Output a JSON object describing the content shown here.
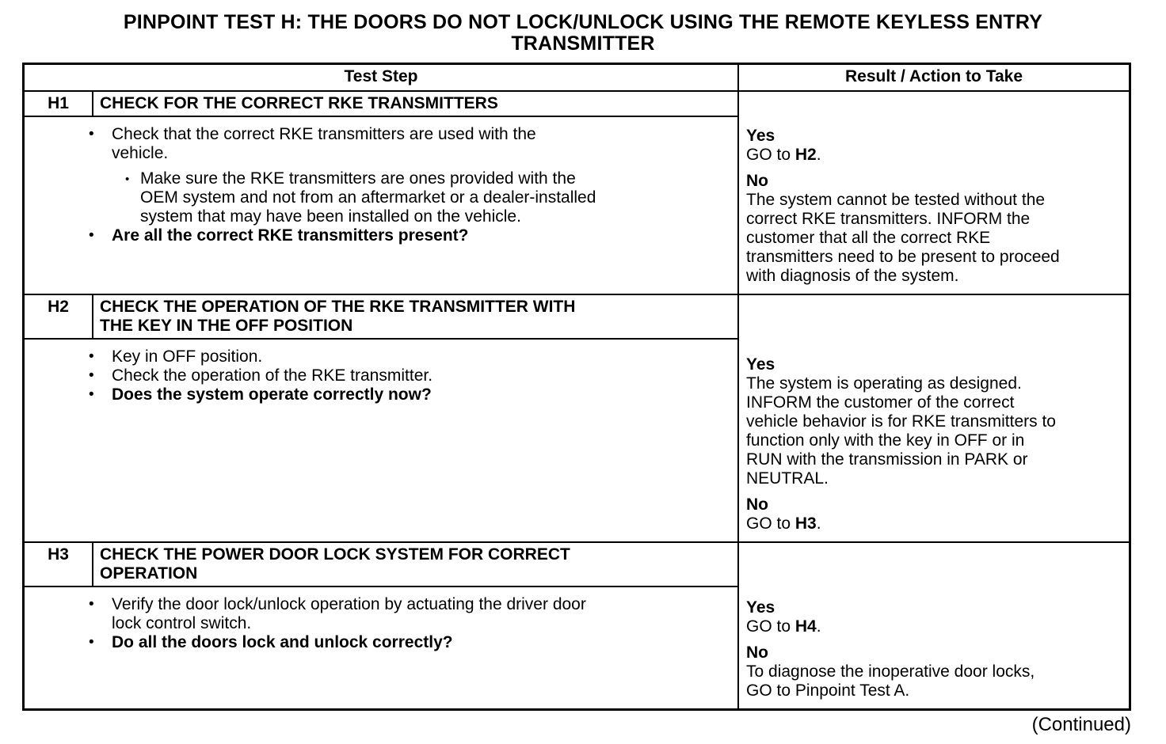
{
  "glyphs": {
    "bullet": "•"
  },
  "page": {
    "title": "PINPOINT TEST  H: THE DOORS DO NOT LOCK/UNLOCK USING THE REMOTE KEYLESS ENTRY\nTRANSMITTER",
    "continued": "(Continued)"
  },
  "table": {
    "headers": {
      "test_step": "Test Step",
      "result": "Result / Action to Take"
    },
    "steps": [
      {
        "id": "H1",
        "title": "CHECK FOR THE CORRECT RKE TRANSMITTERS",
        "bullets": [
          {
            "style": "main",
            "bold": false,
            "text": "Check that the correct RKE transmitters are used with the\nvehicle."
          },
          {
            "style": "sub",
            "bold": false,
            "text": "Make sure the RKE transmitters are ones provided with the\nOEM system and not from an aftermarket or a dealer-installed\nsystem that may have been installed on the vehicle."
          },
          {
            "style": "main",
            "bold": true,
            "text": "Are all the correct RKE transmitters present?"
          }
        ],
        "results": [
          {
            "label": "Yes",
            "body": [
              {
                "t": "GO to ",
                "b": false
              },
              {
                "t": "H2",
                "b": true
              },
              {
                "t": ".",
                "b": false
              }
            ]
          },
          {
            "label": "No",
            "body": [
              {
                "t": "The system cannot be tested without the\ncorrect RKE transmitters. INFORM the\ncustomer that all the correct RKE\ntransmitters need to be present to proceed\nwith diagnosis of the system.",
                "b": false
              }
            ]
          }
        ]
      },
      {
        "id": "H2",
        "title": "CHECK THE OPERATION OF THE RKE TRANSMITTER WITH\nTHE KEY IN THE OFF POSITION",
        "bullets": [
          {
            "style": "main",
            "bold": false,
            "text": "Key in OFF position."
          },
          {
            "style": "main",
            "bold": false,
            "text": "Check the operation of the RKE transmitter."
          },
          {
            "style": "main",
            "bold": true,
            "text": "Does the system operate correctly now?"
          }
        ],
        "results": [
          {
            "label": "Yes",
            "body": [
              {
                "t": "The system is operating as designed.\nINFORM the customer of the correct\nvehicle behavior is for RKE transmitters to\nfunction only with the key in OFF or in\nRUN with the transmission in PARK or\nNEUTRAL.",
                "b": false
              }
            ]
          },
          {
            "label": "No",
            "body": [
              {
                "t": "GO to ",
                "b": false
              },
              {
                "t": "H3",
                "b": true
              },
              {
                "t": ".",
                "b": false
              }
            ]
          }
        ]
      },
      {
        "id": "H3",
        "title": "CHECK THE POWER DOOR LOCK SYSTEM FOR CORRECT\nOPERATION",
        "bullets": [
          {
            "style": "main",
            "bold": false,
            "text": "Verify the door lock/unlock operation by actuating the driver door\nlock control switch."
          },
          {
            "style": "main",
            "bold": true,
            "text": "Do all the doors lock and unlock correctly?"
          }
        ],
        "results": [
          {
            "label": "Yes",
            "body": [
              {
                "t": "GO to ",
                "b": false
              },
              {
                "t": "H4",
                "b": true
              },
              {
                "t": ".",
                "b": false
              }
            ]
          },
          {
            "label": "No",
            "body": [
              {
                "t": "To diagnose the inoperative door locks,\nGO to Pinpoint Test A.",
                "b": false
              }
            ]
          }
        ]
      }
    ]
  }
}
